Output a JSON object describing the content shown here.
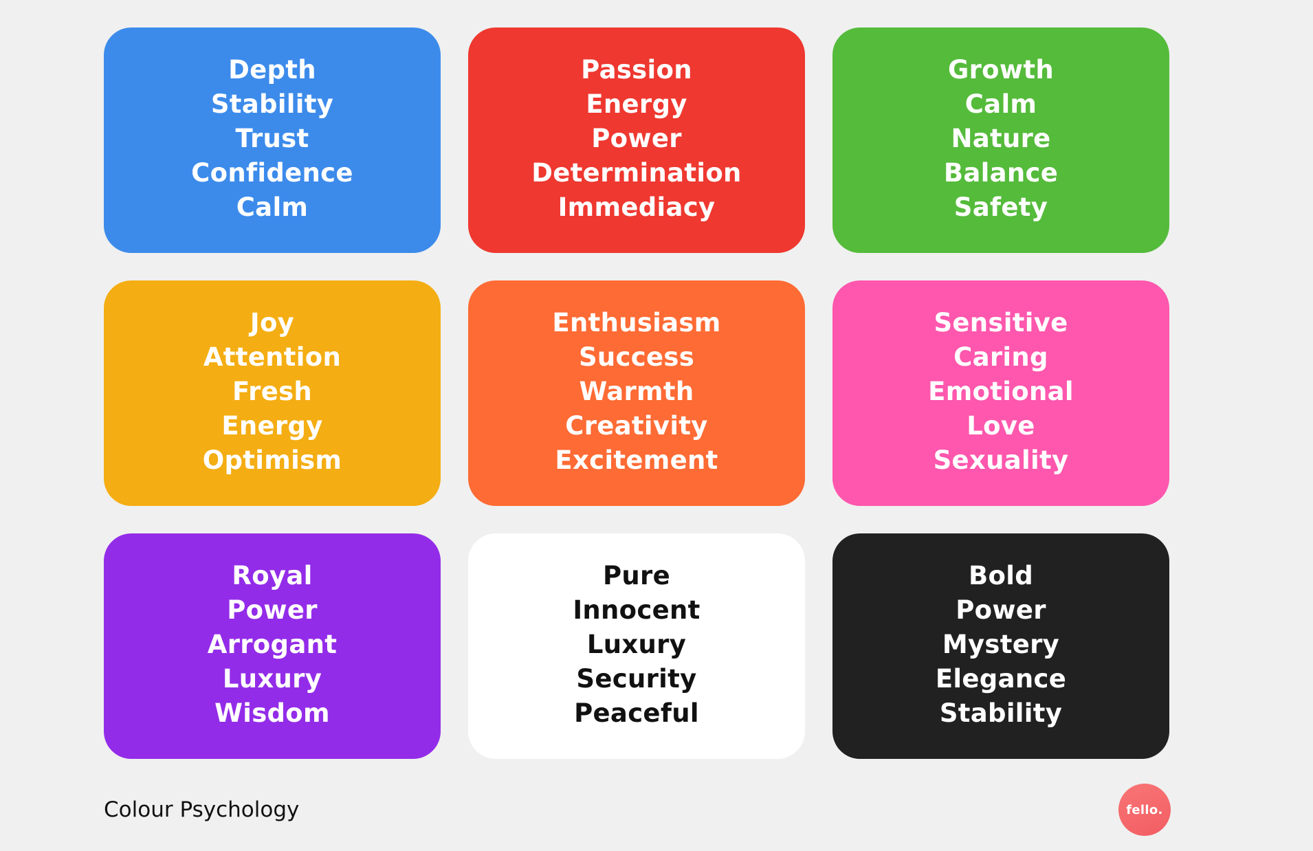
{
  "cards": [
    {
      "color": "blue",
      "background": "#3c8beb",
      "text_color": "#ffffff",
      "words": [
        "Depth",
        "Stability",
        "Trust",
        "Confidence",
        "Calm"
      ]
    },
    {
      "color": "red",
      "background": "#ee3830",
      "text_color": "#ffffff",
      "words": [
        "Passion",
        "Energy",
        "Power",
        "Determination",
        "Immediacy"
      ]
    },
    {
      "color": "green",
      "background": "#55bb3b",
      "text_color": "#ffffff",
      "words": [
        "Growth",
        "Calm",
        "Nature",
        "Balance",
        "Safety"
      ]
    },
    {
      "color": "yellow",
      "background": "#f4ad12",
      "text_color": "#ffffff",
      "words": [
        "Joy",
        "Attention",
        "Fresh",
        "Energy",
        "Optimism"
      ]
    },
    {
      "color": "orange",
      "background": "#fe6b34",
      "text_color": "#ffffff",
      "words": [
        "Enthusiasm",
        "Success",
        "Warmth",
        "Creativity",
        "Excitement"
      ]
    },
    {
      "color": "pink",
      "background": "#fe57ad",
      "text_color": "#ffffff",
      "words": [
        "Sensitive",
        "Caring",
        "Emotional",
        "Love",
        "Sexuality"
      ]
    },
    {
      "color": "purple",
      "background": "#932ce8",
      "text_color": "#ffffff",
      "words": [
        "Royal",
        "Power",
        "Arrogant",
        "Luxury",
        "Wisdom"
      ]
    },
    {
      "color": "white",
      "background": "#ffffff",
      "text_color": "#111111",
      "words": [
        "Pure",
        "Innocent",
        "Luxury",
        "Security",
        "Peaceful"
      ]
    },
    {
      "color": "black",
      "background": "#212121",
      "text_color": "#ffffff",
      "words": [
        "Bold",
        "Power",
        "Mystery",
        "Elegance",
        "Stability"
      ]
    }
  ],
  "footer": {
    "title": "Colour Psychology",
    "logo_text": "fello.",
    "logo_color": "#f46a6c"
  }
}
